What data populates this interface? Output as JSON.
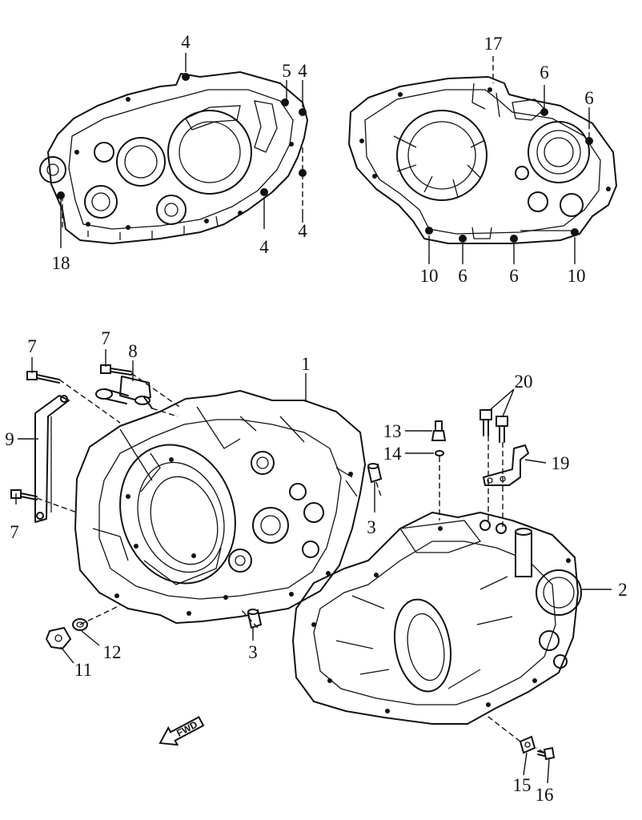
{
  "callouts": {
    "c4": "4",
    "c5": "5",
    "c17": "17",
    "c6": "6",
    "c18": "18",
    "c10": "10",
    "c7": "7",
    "c8": "8",
    "c1": "1",
    "c9": "9",
    "c3": "3",
    "c13": "13",
    "c14": "14",
    "c20": "20",
    "c19": "19",
    "c2": "2",
    "c11": "11",
    "c12": "12",
    "c15": "15",
    "c16": "16"
  },
  "fwd_label": "FWD",
  "icons": {
    "fwd_arrow": "fwd-arrow-icon"
  }
}
